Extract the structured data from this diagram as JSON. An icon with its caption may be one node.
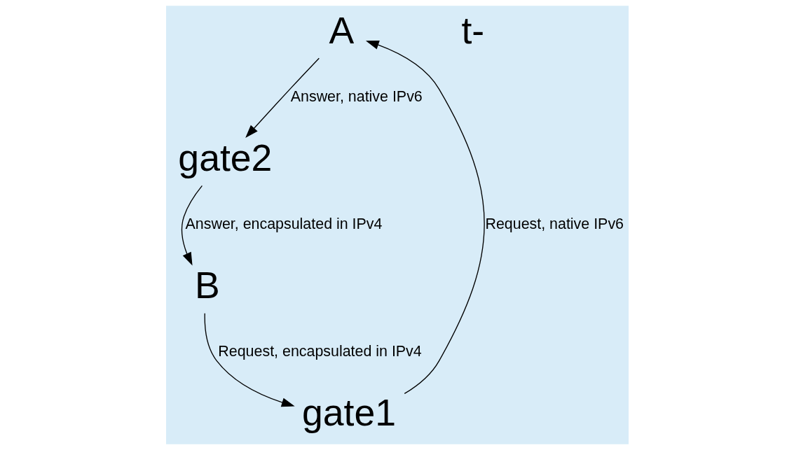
{
  "diagram": {
    "nodes": [
      {
        "text": [
          "A"
        ]
      },
      {
        "text": [
          "gate1"
        ]
      },
      {
        "text": [
          "gate2"
        ]
      },
      {
        "text": [
          "B"
        ]
      }
    ],
    "edges": [
      {
        "from": 1,
        "to": 0,
        "arrow": "to",
        "label": "Request, native IPv6"
      },
      {
        "from": 0,
        "to": 2,
        "arrow": "to",
        "label": "Answer, native IPv6"
      },
      {
        "from": 3,
        "to": 1,
        "arrow": "to",
        "label": "Request, encapsulated in IPv4"
      },
      {
        "from": 2,
        "to": 3,
        "arrow": "to",
        "label": "Answer, encapsulated in IPv4"
      }
    ],
    "labels": [
      "t-"
    ]
  }
}
